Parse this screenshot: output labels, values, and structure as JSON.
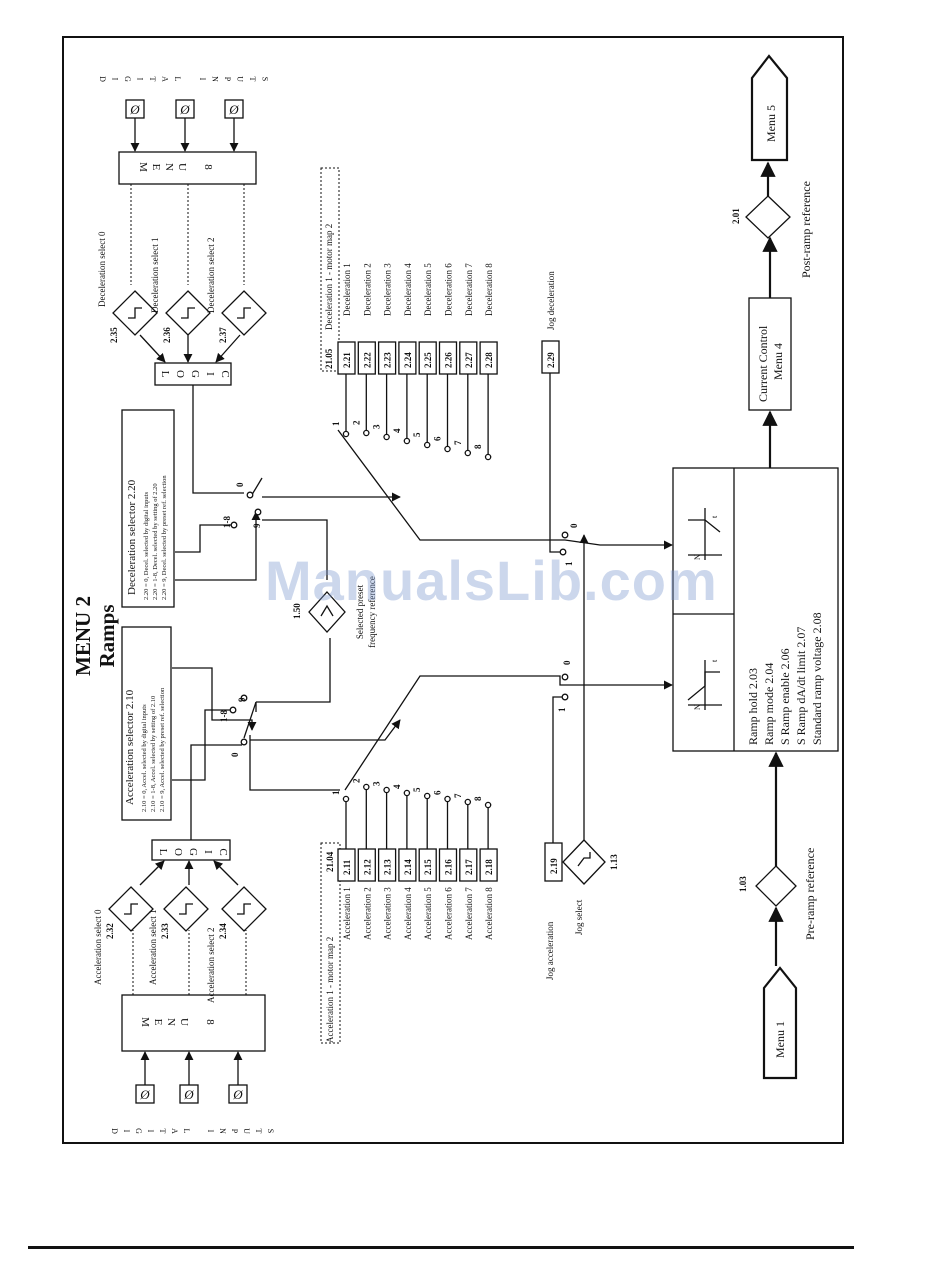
{
  "title": "MENU 2",
  "subtitle": "Ramps",
  "watermark": "ManualsLib.com",
  "digital_inputs_word": "DIGITAL INPUTS",
  "logic_word": "LOGIC",
  "menu8_word": "MENU 8",
  "menu1": "Menu 1",
  "menu5": "Menu 5",
  "current_control_line1": "Current Control",
  "current_control_line2": "Menu 4",
  "pre_ramp": {
    "param": "1.03",
    "label": "Pre-ramp reference"
  },
  "post_ramp": {
    "param": "2.01",
    "label": "Post-ramp reference"
  },
  "jog_select": {
    "param": "1.13",
    "label": "Jog select"
  },
  "preset_select": {
    "param": "1.50",
    "label_line1": "Selected preset",
    "label_line2": "frequency reference"
  },
  "jog_accel": {
    "param": "2.19",
    "label": "Jog acceleration"
  },
  "jog_decel": {
    "param": "2.29",
    "label": "Jog deceleration"
  },
  "acc_selects": [
    {
      "param": "2.32",
      "label": "Acceleration select 0"
    },
    {
      "param": "2.33",
      "label": "Acceleration select 1"
    },
    {
      "param": "2.34",
      "label": "Acceleration select 2"
    }
  ],
  "dec_selects": [
    {
      "param": "2.35",
      "label": "Deceleration select 0"
    },
    {
      "param": "2.36",
      "label": "Deceleration select 1"
    },
    {
      "param": "2.37",
      "label": "Deceleration select 2"
    }
  ],
  "acc_selector": {
    "title": "Acceleration selector",
    "param": "2.10",
    "lines": [
      "2.10 = 0, Accel. selected by digital inputs",
      "2.10 = 1-8, Accel. selected by setting of 2.10",
      "2.10 = 9, Accel. selected by preset ref. selection"
    ]
  },
  "dec_selector": {
    "title": "Deceleration selector",
    "param": "2.20",
    "lines": [
      "2.20 = 0, Decel. selected by digital inputs",
      "2.20 = 1-8, Decel. selected by setting of 2.20",
      "2.20 = 9, Decel. selected by preset ref. selection"
    ]
  },
  "acc_map_header": "Acceleration 1 - motor map 2",
  "acc_map_param": "21.04",
  "dec_map_header": "Deceleration 1 - motor map 2",
  "dec_map_param": "21.05",
  "acc_rates": [
    {
      "param": "2.11",
      "label": "Acceleration 1",
      "n": "1"
    },
    {
      "param": "2.12",
      "label": "Acceleration 2",
      "n": "2"
    },
    {
      "param": "2.13",
      "label": "Acceleration 3",
      "n": "3"
    },
    {
      "param": "2.14",
      "label": "Acceleration 4",
      "n": "4"
    },
    {
      "param": "2.15",
      "label": "Acceleration 5",
      "n": "5"
    },
    {
      "param": "2.16",
      "label": "Acceleration 6",
      "n": "6"
    },
    {
      "param": "2.17",
      "label": "Acceleration 7",
      "n": "7"
    },
    {
      "param": "2.18",
      "label": "Acceleration 8",
      "n": "8"
    }
  ],
  "dec_rates": [
    {
      "param": "2.21",
      "label": "Deceleration 1",
      "n": "1"
    },
    {
      "param": "2.22",
      "label": "Deceleration 2",
      "n": "2"
    },
    {
      "param": "2.23",
      "label": "Deceleration 3",
      "n": "3"
    },
    {
      "param": "2.24",
      "label": "Deceleration 4",
      "n": "4"
    },
    {
      "param": "2.25",
      "label": "Deceleration 5",
      "n": "5"
    },
    {
      "param": "2.26",
      "label": "Deceleration 6",
      "n": "6"
    },
    {
      "param": "2.27",
      "label": "Deceleration 7",
      "n": "7"
    },
    {
      "param": "2.28",
      "label": "Deceleration 8",
      "n": "8"
    }
  ],
  "acc_switch_labels": {
    "a": "0",
    "b": "1-8",
    "c": "9"
  },
  "dec_switch_labels": {
    "a": "0",
    "b": "1-8",
    "c": "9"
  },
  "jog_switch_labels": {
    "zero": "0",
    "one": "1"
  },
  "ramp_params": [
    {
      "label": "Ramp hold",
      "param": "2.03"
    },
    {
      "label": "Ramp mode",
      "param": "2.04"
    },
    {
      "label": "S Ramp enable",
      "param": "2.06"
    },
    {
      "label": "S Ramp dA/dt limit",
      "param": "2.07"
    },
    {
      "label": "Standard ramp voltage",
      "param": "2.08"
    }
  ],
  "ramp_graph_axis": {
    "n": "N",
    "t": "t"
  },
  "digital_input_symbol": "Ø"
}
